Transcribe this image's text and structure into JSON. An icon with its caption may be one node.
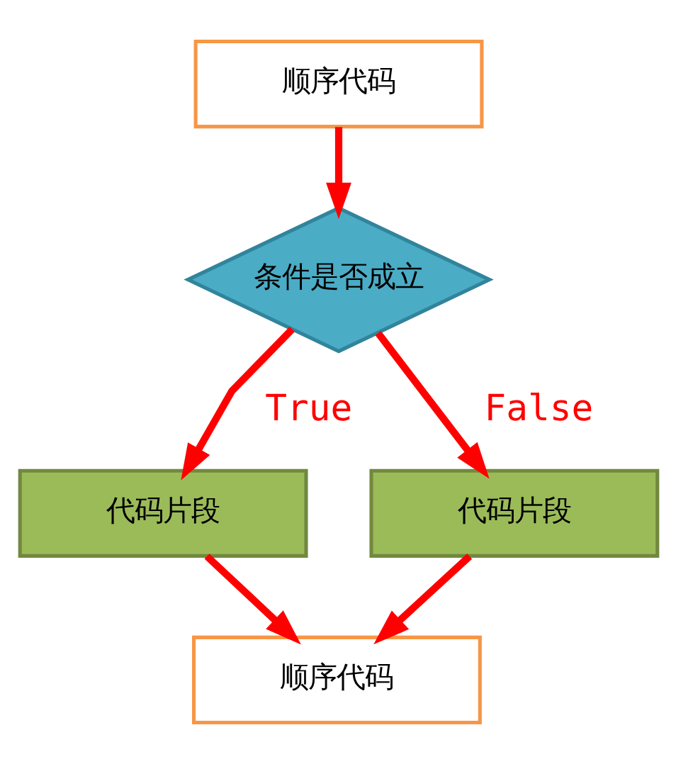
{
  "diagram": {
    "nodes": [
      {
        "text": [
          "顺序代码"
        ]
      },
      {
        "text": [
          "条件是否成立"
        ]
      },
      {
        "text": [
          "代码片段"
        ]
      },
      {
        "text": [
          "代码片段"
        ]
      },
      {
        "text": [
          "顺序代码"
        ]
      }
    ],
    "edges": [
      {
        "from": 0,
        "to": 1,
        "arrow": "to"
      },
      {
        "from": 1,
        "to": 2,
        "arrow": "to",
        "label": "True"
      },
      {
        "from": 1,
        "to": 3,
        "arrow": "to",
        "label": "False"
      },
      {
        "from": 2,
        "to": 4,
        "arrow": "to"
      },
      {
        "from": 3,
        "to": 4,
        "arrow": "to"
      }
    ]
  }
}
